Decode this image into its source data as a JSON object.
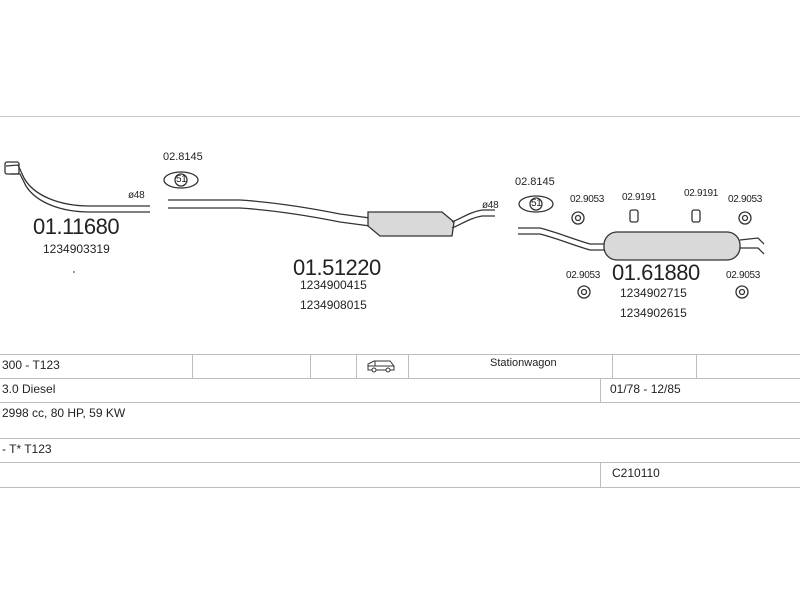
{
  "parts": [
    {
      "number": "01.11680",
      "refs": [
        "1234903319"
      ],
      "diameter": "ø48"
    },
    {
      "number": "01.51220",
      "refs": [
        "1234900415",
        "1234908015"
      ],
      "diameter": "ø48"
    },
    {
      "number": "01.61880",
      "refs": [
        "1234902715",
        "1234902615"
      ]
    }
  ],
  "fittings": {
    "clamp_a": "02.8145",
    "clamp_b": "02.8145",
    "clamp_b_center": "51",
    "clamp_a_center": "51",
    "mount_1": "02.9053",
    "mount_2": "02.9191",
    "mount_3": "02.9191",
    "mount_4": "02.9053",
    "mount_5": "02.9053",
    "mount_6": "02.9053"
  },
  "vehicle": {
    "model": "300 - T123",
    "body": "Stationwagon",
    "engine": "3.0 Diesel",
    "period": "01/78 - 12/85",
    "spec": "2998 cc, 80 HP, 59 KW",
    "code": "- T* T123",
    "catalog_id": "C210110"
  }
}
